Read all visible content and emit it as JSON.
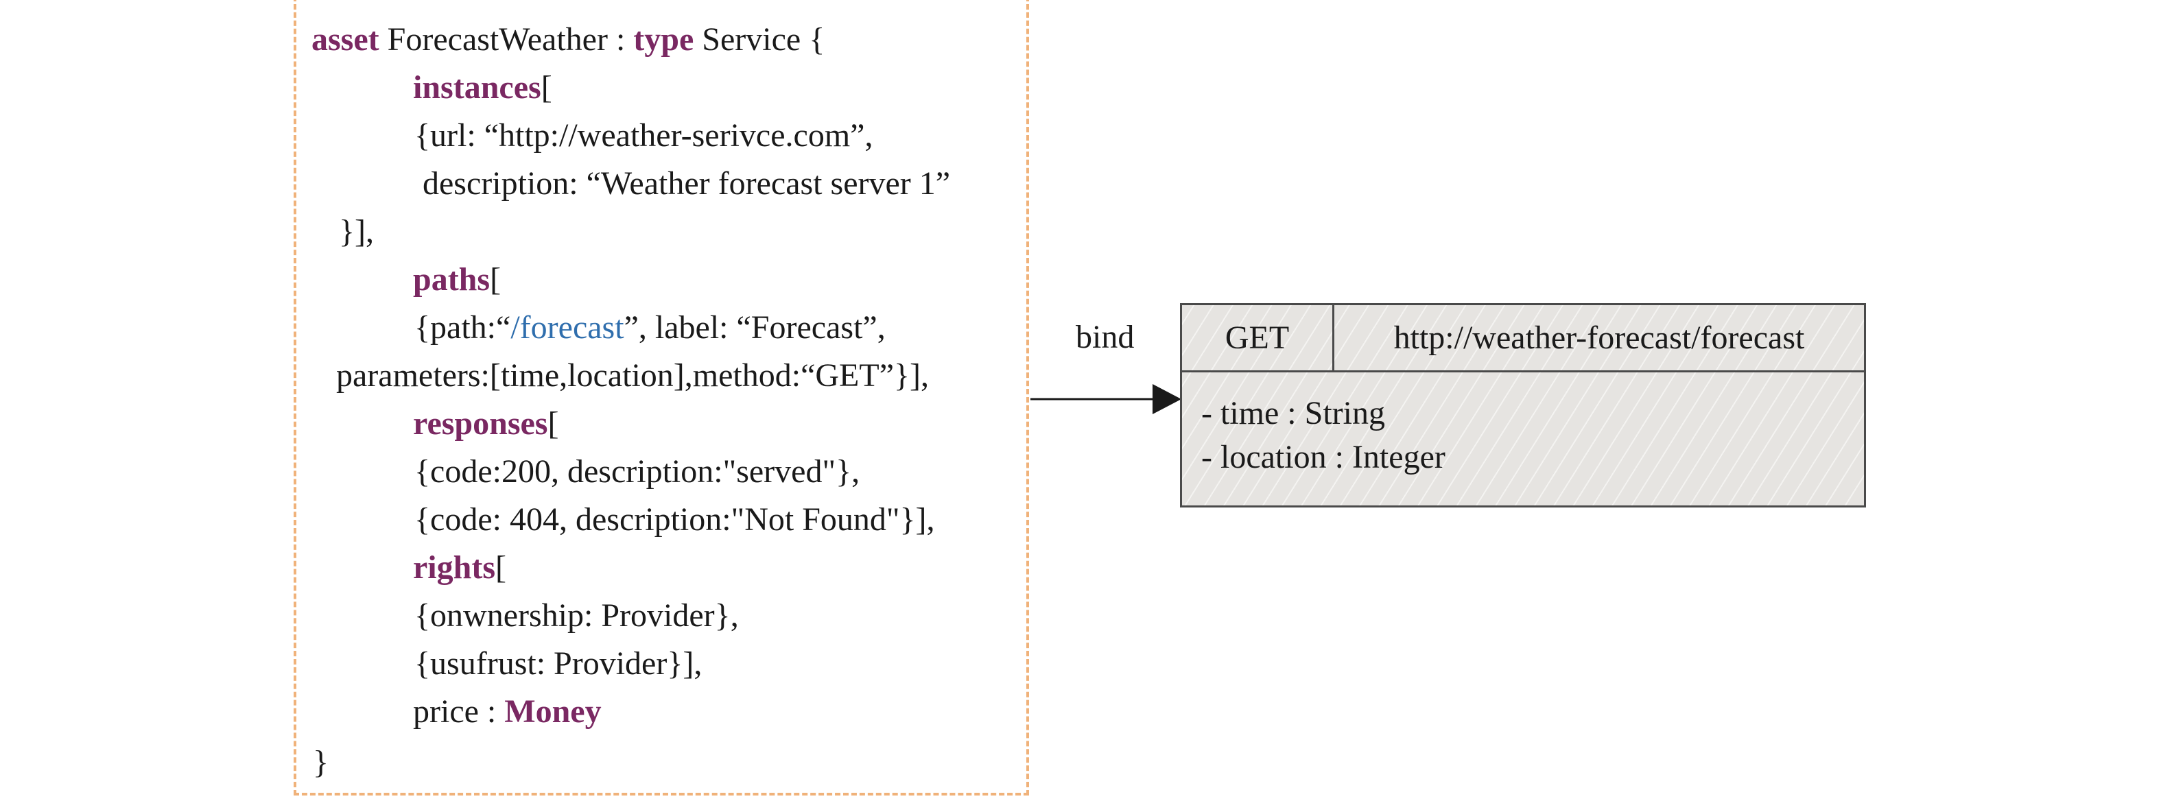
{
  "asset": {
    "kw_asset": "asset",
    "name": " ForecastWeather : ",
    "kw_type": "type",
    "type_rest": " Service {",
    "kw_instances": "instances",
    "instances_rest": "[",
    "instance_url": "{url: “http://weather-serivce.com”,",
    "instance_desc": "description: “Weather forecast server 1”",
    "instances_close": "}],",
    "kw_paths": "paths",
    "paths_rest": "[",
    "path_pre": "{path:“",
    "path_value": "/forecast",
    "path_post": "”, label: “Forecast”,",
    "path_params": "parameters:[time,location],method:“GET”}],",
    "kw_responses": "responses",
    "responses_rest": "[",
    "response_200": "{code:200, description:\"served\"},",
    "response_404": "{code: 404, description:\"Not Found\"}],",
    "kw_rights": "rights",
    "rights_rest": "[",
    "right_ownership": "{onwnership: Provider},",
    "right_usufrust": "{usufrust: Provider}],",
    "price_pre": "price : ",
    "kw_money": "Money",
    "close_brace": "}"
  },
  "bind_label": "bind",
  "endpoint": {
    "method": "GET",
    "url": "http://weather-forecast/forecast",
    "params": [
      "- time : String",
      "- location : Integer"
    ]
  },
  "colors": {
    "keyword": "#7a2862",
    "link": "#2f6ead",
    "dashed_border": "#f0b27a",
    "box_fill": "#e6e4e1",
    "box_border": "#4a4a4a"
  }
}
